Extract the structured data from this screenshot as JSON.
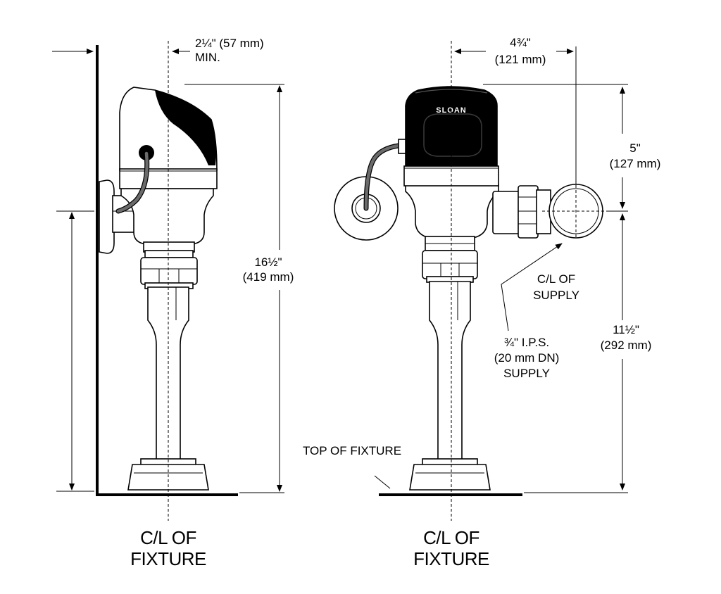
{
  "dimensions": {
    "wall_clearance": {
      "value": "2¼\" (57 mm)",
      "suffix": "MIN."
    },
    "supply_offset": {
      "imperial": "4¾\"",
      "metric": "(121 mm)"
    },
    "overall_height": {
      "imperial": "16½\"",
      "metric": "(419 mm)"
    },
    "top_to_supply": {
      "imperial": "5\"",
      "metric": "(127 mm)"
    },
    "supply_height": {
      "imperial": "11½\"",
      "metric": "(292 mm)"
    }
  },
  "callouts": {
    "supply_centerline": [
      "C/L OF",
      "SUPPLY"
    ],
    "supply_size": [
      "¾\" I.P.S.",
      "(20 mm DN)",
      "SUPPLY"
    ],
    "fixture_top": "TOP OF FIXTURE"
  },
  "captions": {
    "side_view": [
      "C/L OF",
      "FIXTURE"
    ],
    "front_view": [
      "C/L OF",
      "FIXTURE"
    ]
  },
  "brand": {
    "name": "SLOAN",
    "sensor_color": "#000000",
    "cable_color": "#6b6b6b",
    "line_color": "#000000"
  }
}
